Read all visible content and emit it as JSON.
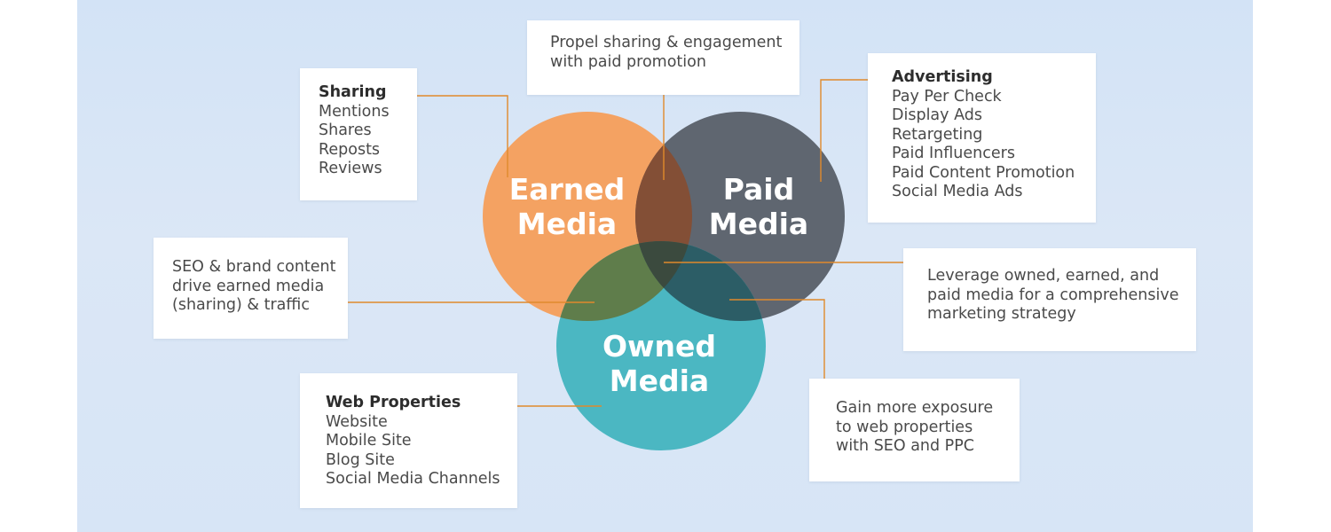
{
  "colors": {
    "earned": "#f4a262",
    "paid": "#5f6670",
    "owned": "#4bb7c2",
    "connector": "#e08a2c",
    "background": "#d7e5f6"
  },
  "circles": {
    "earned": {
      "line1": "Earned",
      "line2": "Media"
    },
    "paid": {
      "line1": "Paid",
      "line2": "Media"
    },
    "owned": {
      "line1": "Owned",
      "line2": "Media"
    }
  },
  "sharing_box": {
    "heading": "Sharing",
    "items": [
      "Mentions",
      "Shares",
      "Reposts",
      "Reviews"
    ]
  },
  "propel_box": {
    "lines": [
      "Propel sharing & engagement",
      "with paid promotion"
    ]
  },
  "advertising_box": {
    "heading": "Advertising",
    "items": [
      "Pay Per Check",
      "Display Ads",
      "Retargeting",
      "Paid Influencers",
      "Paid Content Promotion",
      "Social Media Ads"
    ]
  },
  "seo_box": {
    "lines": [
      "SEO & brand content",
      "drive earned media",
      "(sharing) & traffic"
    ]
  },
  "leverage_box": {
    "lines": [
      "Leverage owned, earned, and",
      "paid media for a comprehensive",
      "marketing strategy"
    ]
  },
  "web_box": {
    "heading": "Web Properties",
    "items": [
      "Website",
      "Mobile Site",
      "Blog Site",
      "Social Media Channels"
    ]
  },
  "exposure_box": {
    "lines": [
      "Gain more exposure",
      "to web properties",
      "with SEO and PPC"
    ]
  }
}
